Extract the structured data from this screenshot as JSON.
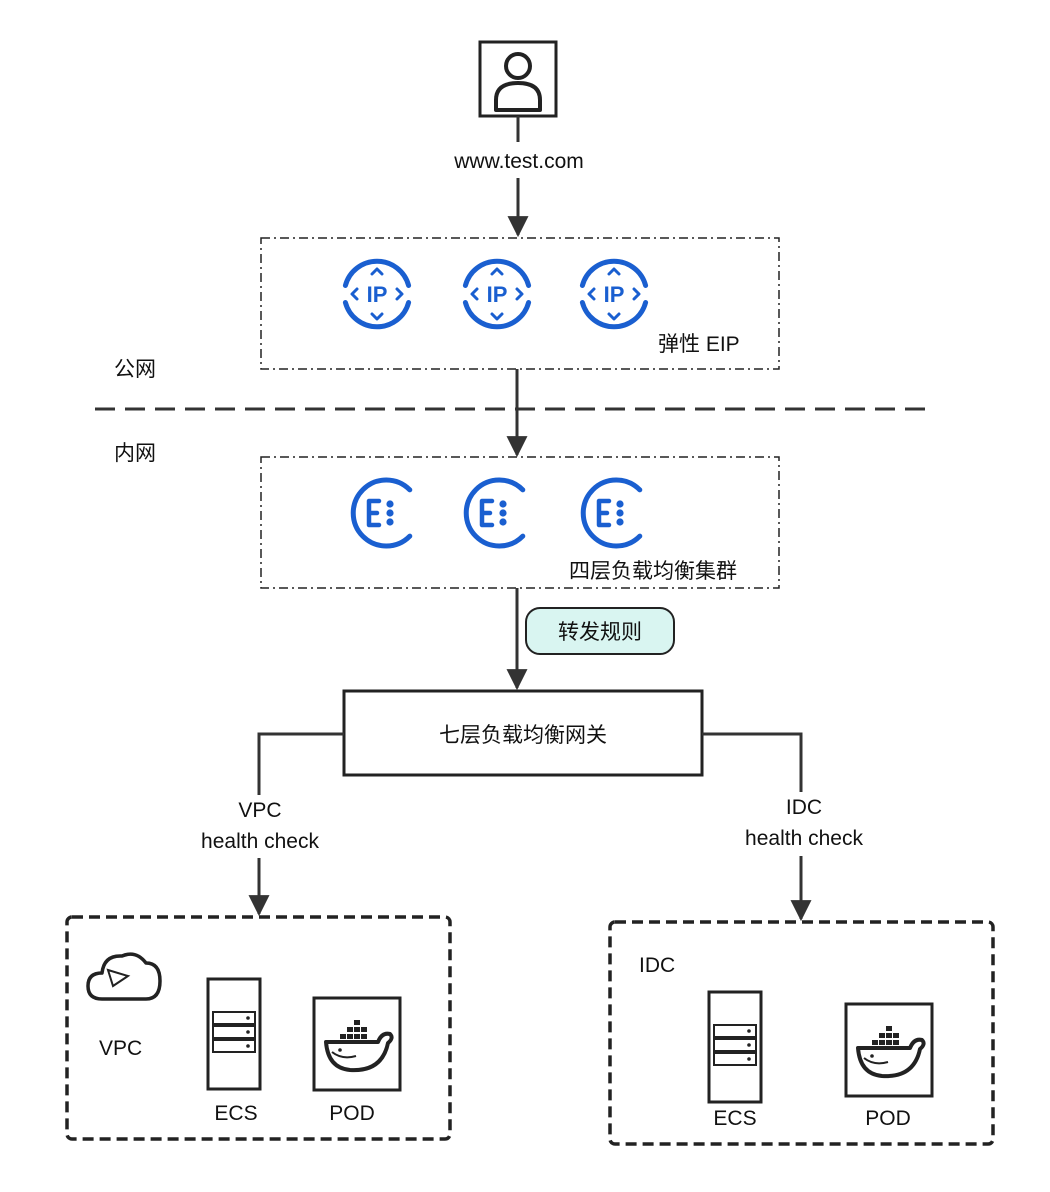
{
  "user": {
    "url_label": "www.test.com"
  },
  "public_zone": {
    "label": "公网"
  },
  "internal_zone": {
    "label": "内网"
  },
  "eip_group": {
    "label": "弹性 EIP",
    "icon": "ip-icon",
    "color": "#1a5fd0"
  },
  "l4_group": {
    "label": "四层负载均衡集群",
    "icon": "elb-icon",
    "color": "#1a5fd0"
  },
  "forward_rule": {
    "label": "转发规则",
    "fill": "#d9f5f1"
  },
  "gateway": {
    "label": "七层负载均衡网关"
  },
  "vpc_link": {
    "line1": "VPC",
    "line2": "health check"
  },
  "idc_link": {
    "line1": "IDC",
    "line2": "health check"
  },
  "vpc_box": {
    "title": "VPC",
    "ecs_label": "ECS",
    "pod_label": "POD"
  },
  "idc_box": {
    "title": "IDC",
    "ecs_label": "ECS",
    "pod_label": "POD"
  }
}
